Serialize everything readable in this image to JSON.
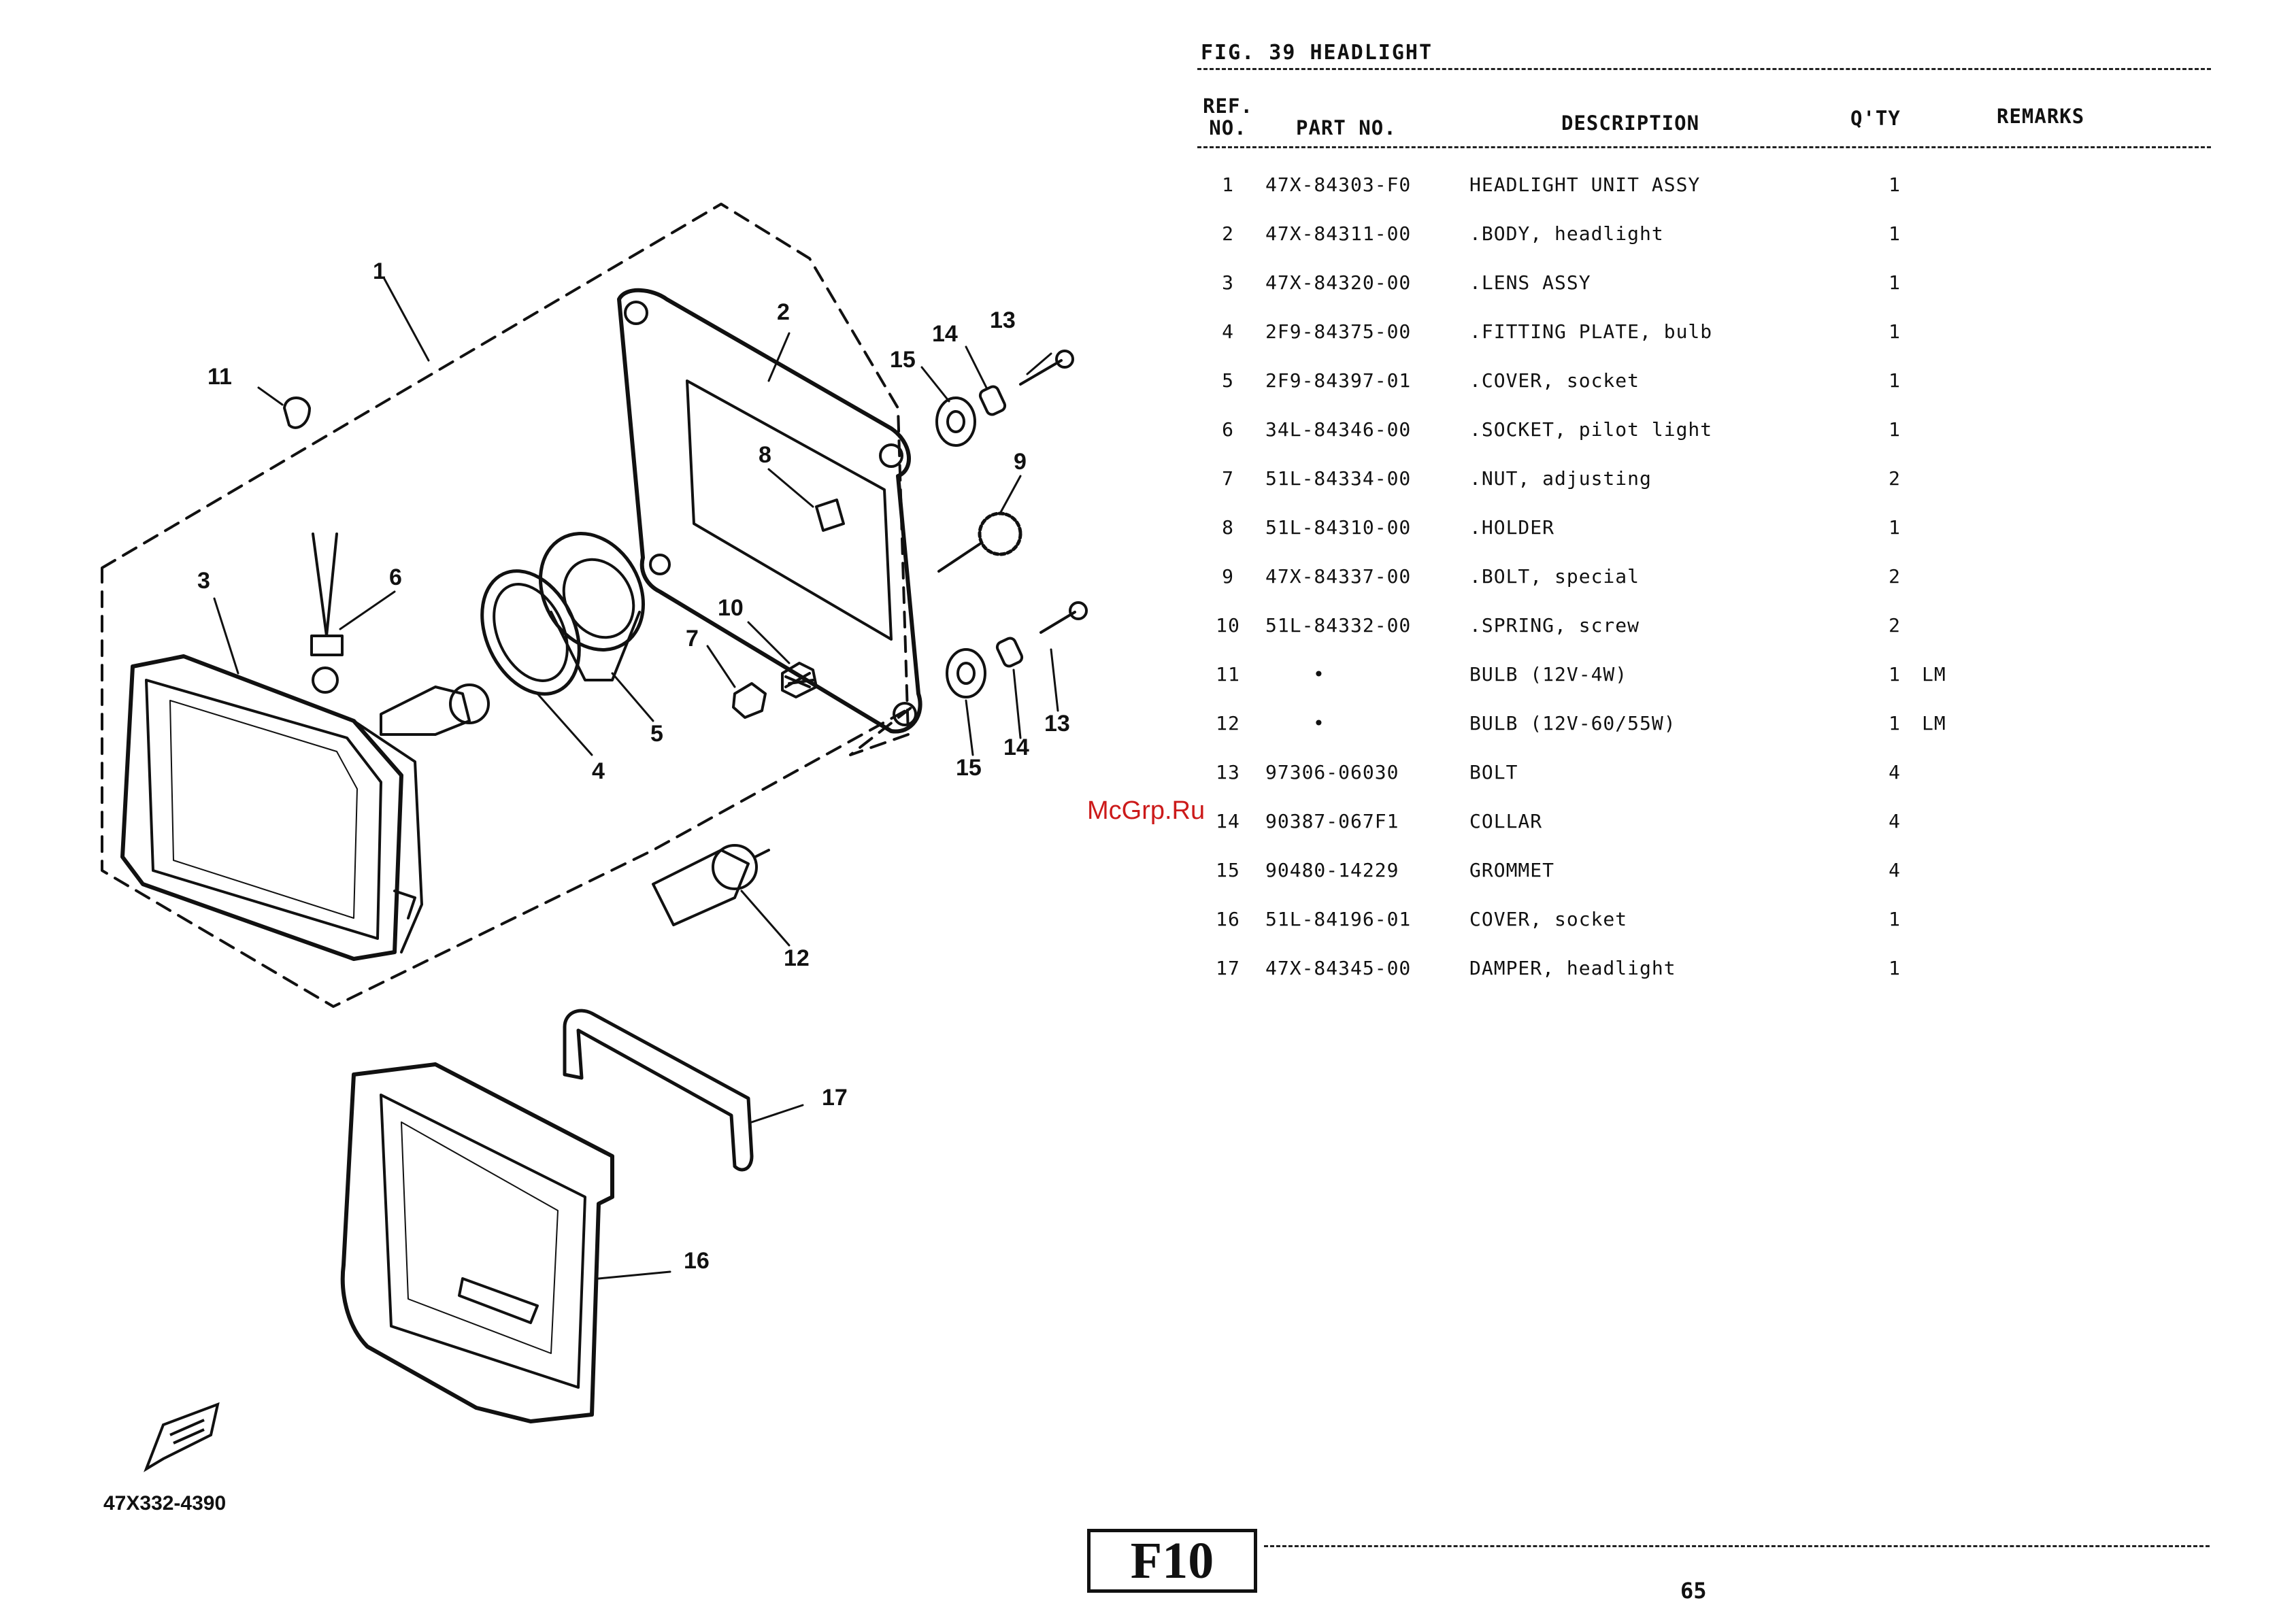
{
  "figure": {
    "title": "FIG. 39  HEADLIGHT"
  },
  "table": {
    "headers": {
      "ref": "REF.\nNO.",
      "part_no": "PART NO.",
      "description": "DESCRIPTION",
      "qty": "Q'TY",
      "remarks": "REMARKS"
    },
    "rows": [
      {
        "ref": "1",
        "part_no": "47X-84303-F0",
        "description": "HEADLIGHT UNIT ASSY",
        "qty": "1",
        "remarks": ""
      },
      {
        "ref": "2",
        "part_no": "47X-84311-00",
        "description": ".BODY, headlight",
        "qty": "1",
        "remarks": ""
      },
      {
        "ref": "3",
        "part_no": "47X-84320-00",
        "description": ".LENS ASSY",
        "qty": "1",
        "remarks": ""
      },
      {
        "ref": "4",
        "part_no": "2F9-84375-00",
        "description": ".FITTING PLATE, bulb",
        "qty": "1",
        "remarks": ""
      },
      {
        "ref": "5",
        "part_no": "2F9-84397-01",
        "description": ".COVER, socket",
        "qty": "1",
        "remarks": ""
      },
      {
        "ref": "6",
        "part_no": "34L-84346-00",
        "description": ".SOCKET, pilot light",
        "qty": "1",
        "remarks": ""
      },
      {
        "ref": "7",
        "part_no": "51L-84334-00",
        "description": ".NUT, adjusting",
        "qty": "2",
        "remarks": ""
      },
      {
        "ref": "8",
        "part_no": "51L-84310-00",
        "description": ".HOLDER",
        "qty": "1",
        "remarks": ""
      },
      {
        "ref": "9",
        "part_no": "47X-84337-00",
        "description": ".BOLT, special",
        "qty": "2",
        "remarks": ""
      },
      {
        "ref": "10",
        "part_no": "51L-84332-00",
        "description": ".SPRING, screw",
        "qty": "2",
        "remarks": ""
      },
      {
        "ref": "11",
        "part_no": "•",
        "description": "BULB (12V-4W)",
        "qty": "1",
        "remarks": "LM"
      },
      {
        "ref": "12",
        "part_no": "•",
        "description": "BULB (12V-60/55W)",
        "qty": "1",
        "remarks": "LM"
      },
      {
        "ref": "13",
        "part_no": "97306-06030",
        "description": "BOLT",
        "qty": "4",
        "remarks": ""
      },
      {
        "ref": "14",
        "part_no": "90387-067F1",
        "description": "COLLAR",
        "qty": "4",
        "remarks": ""
      },
      {
        "ref": "15",
        "part_no": "90480-14229",
        "description": "GROMMET",
        "qty": "4",
        "remarks": ""
      },
      {
        "ref": "16",
        "part_no": "51L-84196-01",
        "description": "COVER, socket",
        "qty": "1",
        "remarks": ""
      },
      {
        "ref": "17",
        "part_no": "47X-84345-00",
        "description": "DAMPER, headlight",
        "qty": "1",
        "remarks": ""
      }
    ]
  },
  "diagram": {
    "callouts": [
      "1",
      "2",
      "3",
      "4",
      "5",
      "6",
      "7",
      "8",
      "9",
      "10",
      "11",
      "12",
      "13",
      "14",
      "15",
      "16",
      "17"
    ],
    "catalog_code": "47X332-4390"
  },
  "watermark": "McGrp.Ru",
  "footer": {
    "model": "F10",
    "page": "65"
  }
}
